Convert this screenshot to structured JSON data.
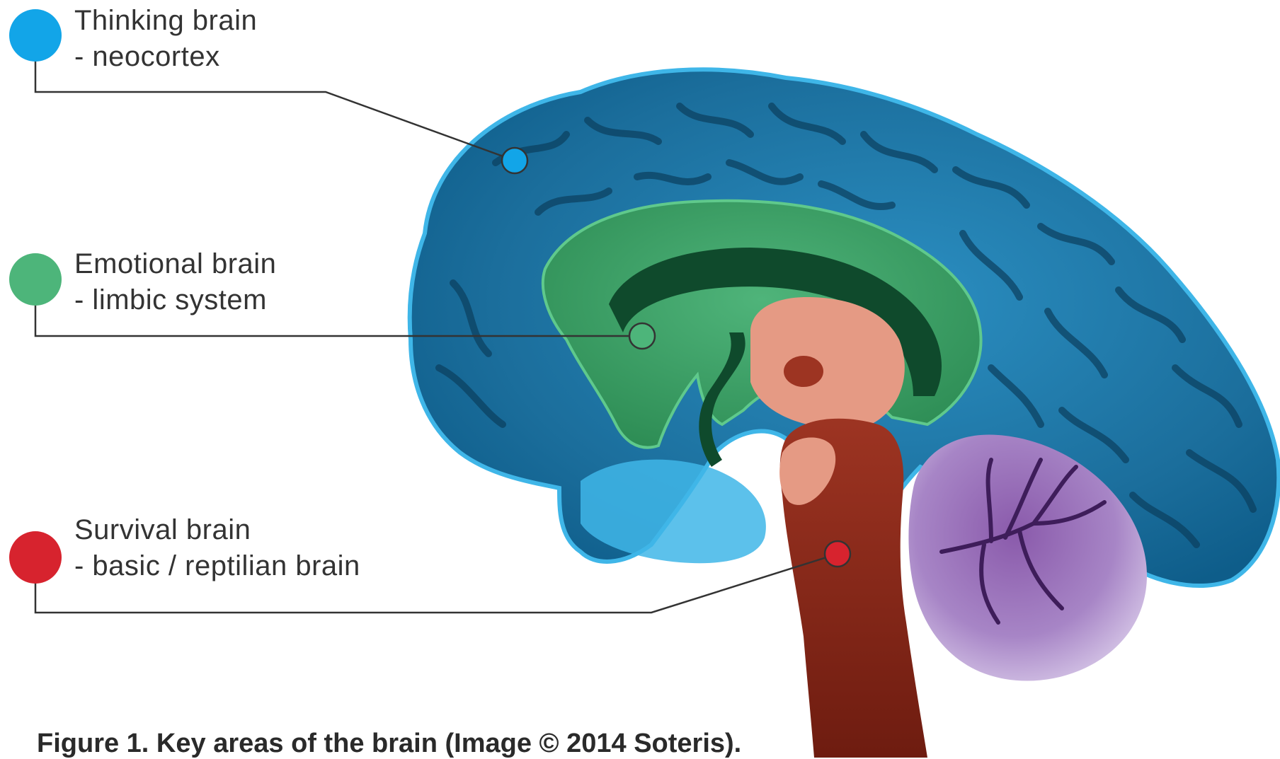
{
  "legend": [
    {
      "id": "thinking",
      "title": "Thinking brain",
      "subtitle": "- neocortex",
      "color": "#12A5E8"
    },
    {
      "id": "emotional",
      "title": "Emotional brain",
      "subtitle": "- limbic system",
      "color": "#4DB57A"
    },
    {
      "id": "survival",
      "title": "Survival brain",
      "subtitle": "- basic / reptilian brain",
      "color": "#D7232E"
    }
  ],
  "colors": {
    "neocortex": "#1f6f9a",
    "neocortex_light": "#3fb6e8",
    "limbic": "#2f8f58",
    "limbic_dark": "#0f4a2c",
    "brainstem": "#8a2a1a",
    "midbrain": "#e59a84",
    "cerebellum": "#7a4a99",
    "cerebellum_light": "#cdb7e2",
    "leader_line": "#333333"
  },
  "caption": "Figure 1. Key areas of the brain (Image © 2014 Soteris)."
}
